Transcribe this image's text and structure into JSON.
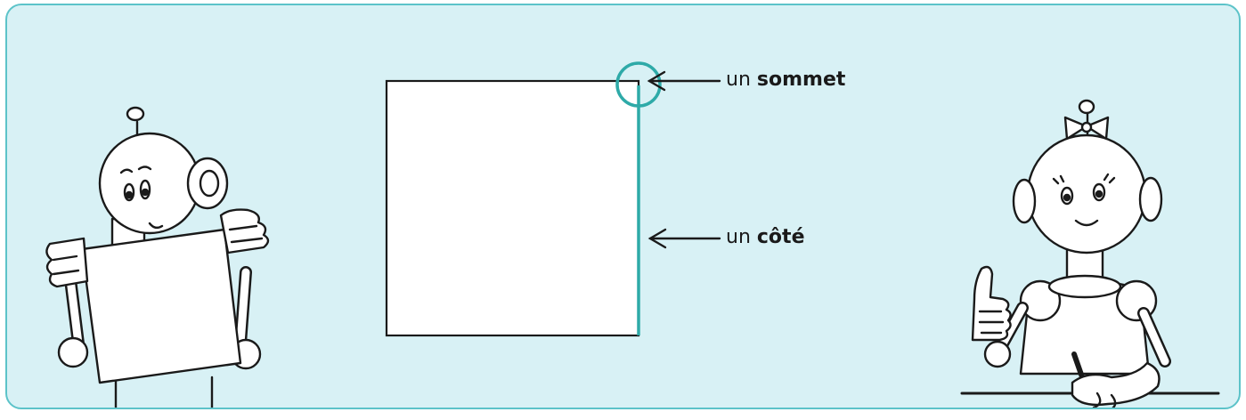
{
  "labels": {
    "vertex": {
      "article": "un",
      "word": "sommet"
    },
    "side": {
      "article": "un",
      "word": "côté"
    }
  },
  "colors": {
    "panel_bg": "#d8f1f5",
    "panel_border": "#5cc3c9",
    "highlight": "#2eaaa8",
    "ink": "#1a1a1a"
  },
  "illustrations": {
    "left": "robot-boy-holding-square",
    "right": "robot-girl-thumbs-up"
  }
}
